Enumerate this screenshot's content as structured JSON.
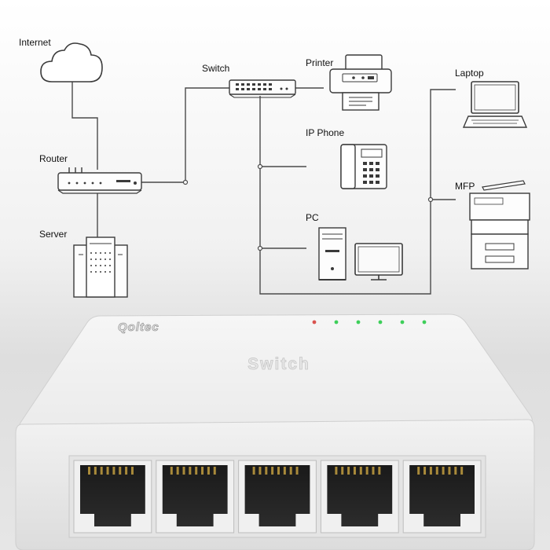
{
  "labels": {
    "internet": "Internet",
    "router": "Router",
    "server": "Server",
    "switch": "Switch",
    "printer": "Printer",
    "ip_phone": "IP Phone",
    "pc": "PC",
    "laptop": "Laptop",
    "mfp": "MFP"
  },
  "product": {
    "brand": "Qoltec",
    "name": "Switch",
    "port_count": 5,
    "led_count": 6
  },
  "colors": {
    "line": "#4a4a4a",
    "device_stroke": "#3a3a3a",
    "led_power": "#d9534f",
    "led_port": "#3ecf5a",
    "case": "#f2f2f2"
  }
}
